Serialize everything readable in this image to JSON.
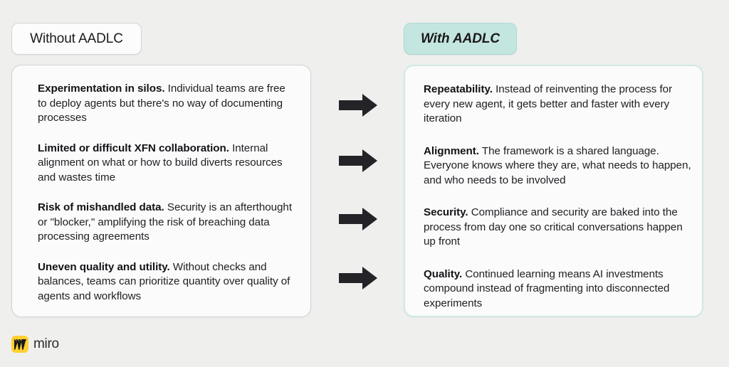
{
  "background_color": "#efefee",
  "columns": {
    "left": {
      "badge_label": "Without AADLC",
      "badge_background": "#fcfcfc",
      "badge_border": "#d4d4d4",
      "card_border": "#d3d3d3",
      "items": [
        {
          "lead": "Experimentation in silos.",
          "body": " Individual teams are free to deploy agents but there's no way of documenting processes"
        },
        {
          "lead": "Limited or difficult XFN collaboration.",
          "body": " Internal alignment on what or how to build diverts resources and wastes time"
        },
        {
          "lead": "Risk of mishandled data.",
          "body": " Security is an afterthought or \"blocker,\" amplifying the risk of breaching data processing agreements"
        },
        {
          "lead": "Uneven quality and utility.",
          "body": " Without checks and balances, teams can prioritize quantity over quality of agents and workflows"
        }
      ]
    },
    "right": {
      "badge_label": "With AADLC",
      "badge_background": "#c4e6e0",
      "badge_border": "#a9d9d1",
      "card_border": "#cfeae5",
      "items": [
        {
          "lead": "Repeatability.",
          "body": " Instead of reinventing the process for every new agent, it gets better and faster with every iteration"
        },
        {
          "lead": "Alignment.",
          "body": " The framework is a shared language. Everyone knows where they are, what needs to happen, and who needs to be involved"
        },
        {
          "lead": "Security.",
          "body": " Compliance and security are baked into the process from day one so critical conversations happen up front"
        },
        {
          "lead": "Quality.",
          "body": " Continued learning means AI investments compound instead of fragmenting into disconnected experiments"
        }
      ]
    }
  },
  "arrows": {
    "icon": "right-arrow-icon",
    "color": "#232328",
    "count": 4
  },
  "logo": {
    "mark_icon": "miro-logo-mark",
    "mark_background": "#ffd02f",
    "wordmark": "miro"
  }
}
